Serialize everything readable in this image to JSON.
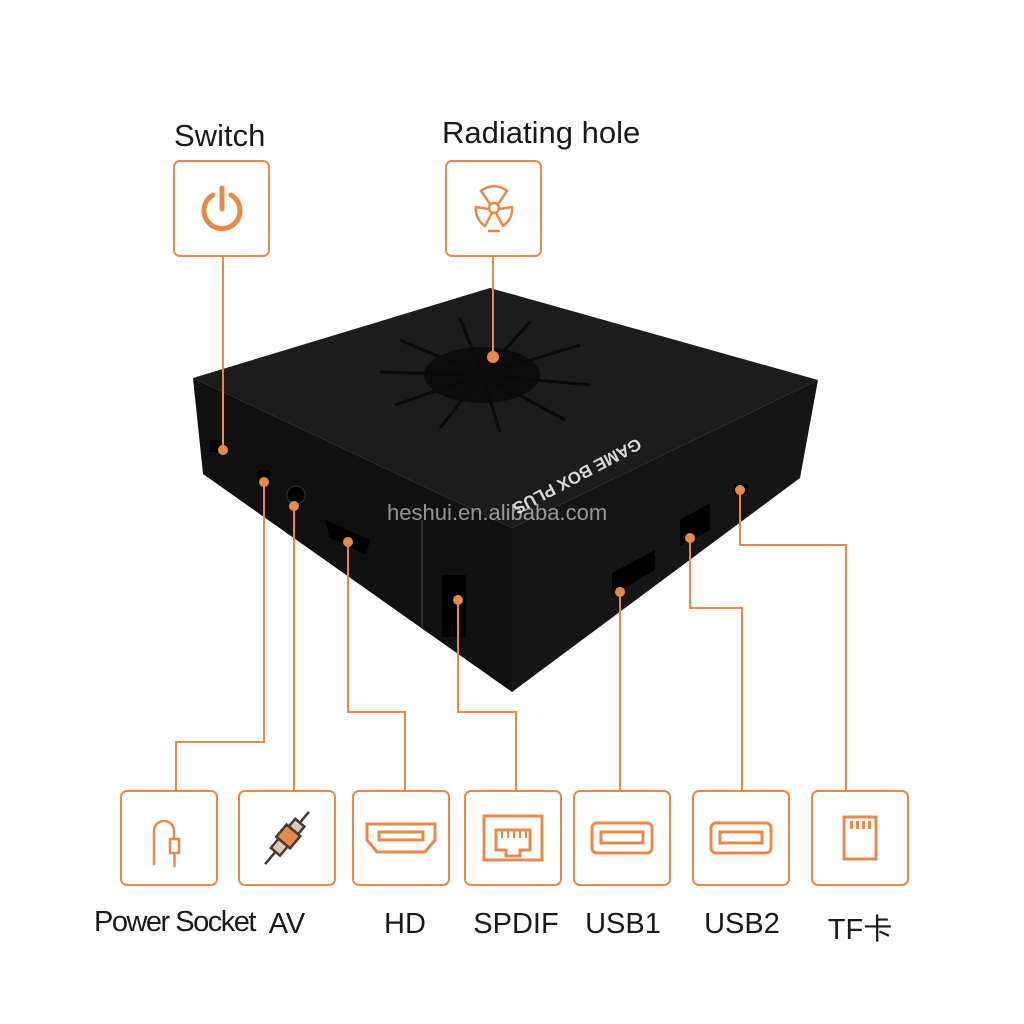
{
  "accent_color": "#e8894a",
  "device": {
    "brand_text": "GAME BOX PLUS"
  },
  "watermark": "heshui.en.alibaba.com",
  "callouts_top": [
    {
      "label": "Switch",
      "icon": "power-icon"
    },
    {
      "label": "Radiating hole",
      "icon": "fan-icon"
    }
  ],
  "callouts_bottom": [
    {
      "label": "Power Socket",
      "icon": "power-cable-icon"
    },
    {
      "label": "AV",
      "icon": "av-plug-icon"
    },
    {
      "label": "HD",
      "icon": "hdmi-port-icon"
    },
    {
      "label": "SPDIF",
      "icon": "spdif-port-icon"
    },
    {
      "label": "USB1",
      "icon": "usb-port-icon"
    },
    {
      "label": "USB2",
      "icon": "usb-port-icon"
    },
    {
      "label": "TF卡",
      "icon": "sd-card-icon"
    }
  ]
}
